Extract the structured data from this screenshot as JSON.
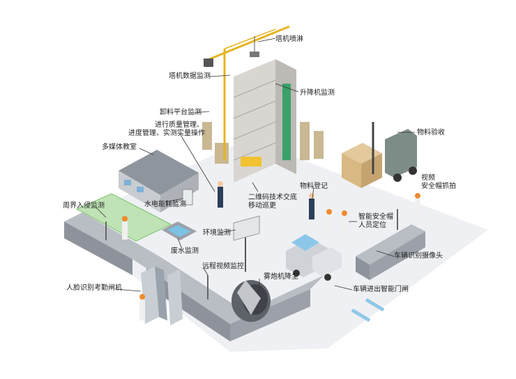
{
  "labels": {
    "tower_crane_spray": "塔机喷淋",
    "tower_crane_data": "塔机数据监测",
    "hoist_monitor": "升降机监测",
    "unloading_platform": "卸料平台监测",
    "quality_line1": "进行质量管理、",
    "quality_line2": "进度管理、实测实量操作",
    "multimedia_classroom": "多媒体教室",
    "material_acceptance": "物料验收",
    "video_line1": "视频",
    "video_line2": "安全帽抓拍",
    "material_register": "物料登记",
    "qrcode_line1": "二维码技术交底",
    "qrcode_line2": "移动巡更",
    "perimeter_intrusion": "周界入侵监测",
    "water_power": "水电能耗监测",
    "helmet_line1": "智能安全帽",
    "helmet_line2": "人员定位",
    "environment": "环境监测",
    "sewage": "废水监测",
    "vehicle_camera": "车辆识别摄像头",
    "remote_video": "远程视频监控",
    "fog_cannon": "雾炮机降尘",
    "face_gate": "人脸识别考勤闸机",
    "vehicle_gate": "车辆进出智能门闸"
  },
  "colors": {
    "wall_top": "#b9bdc4",
    "wall_side": "#8e939b",
    "ground": "#eceef1",
    "crane": "#f2c230",
    "green": "#bfe3b5",
    "arrow": "#8fc8e8"
  }
}
